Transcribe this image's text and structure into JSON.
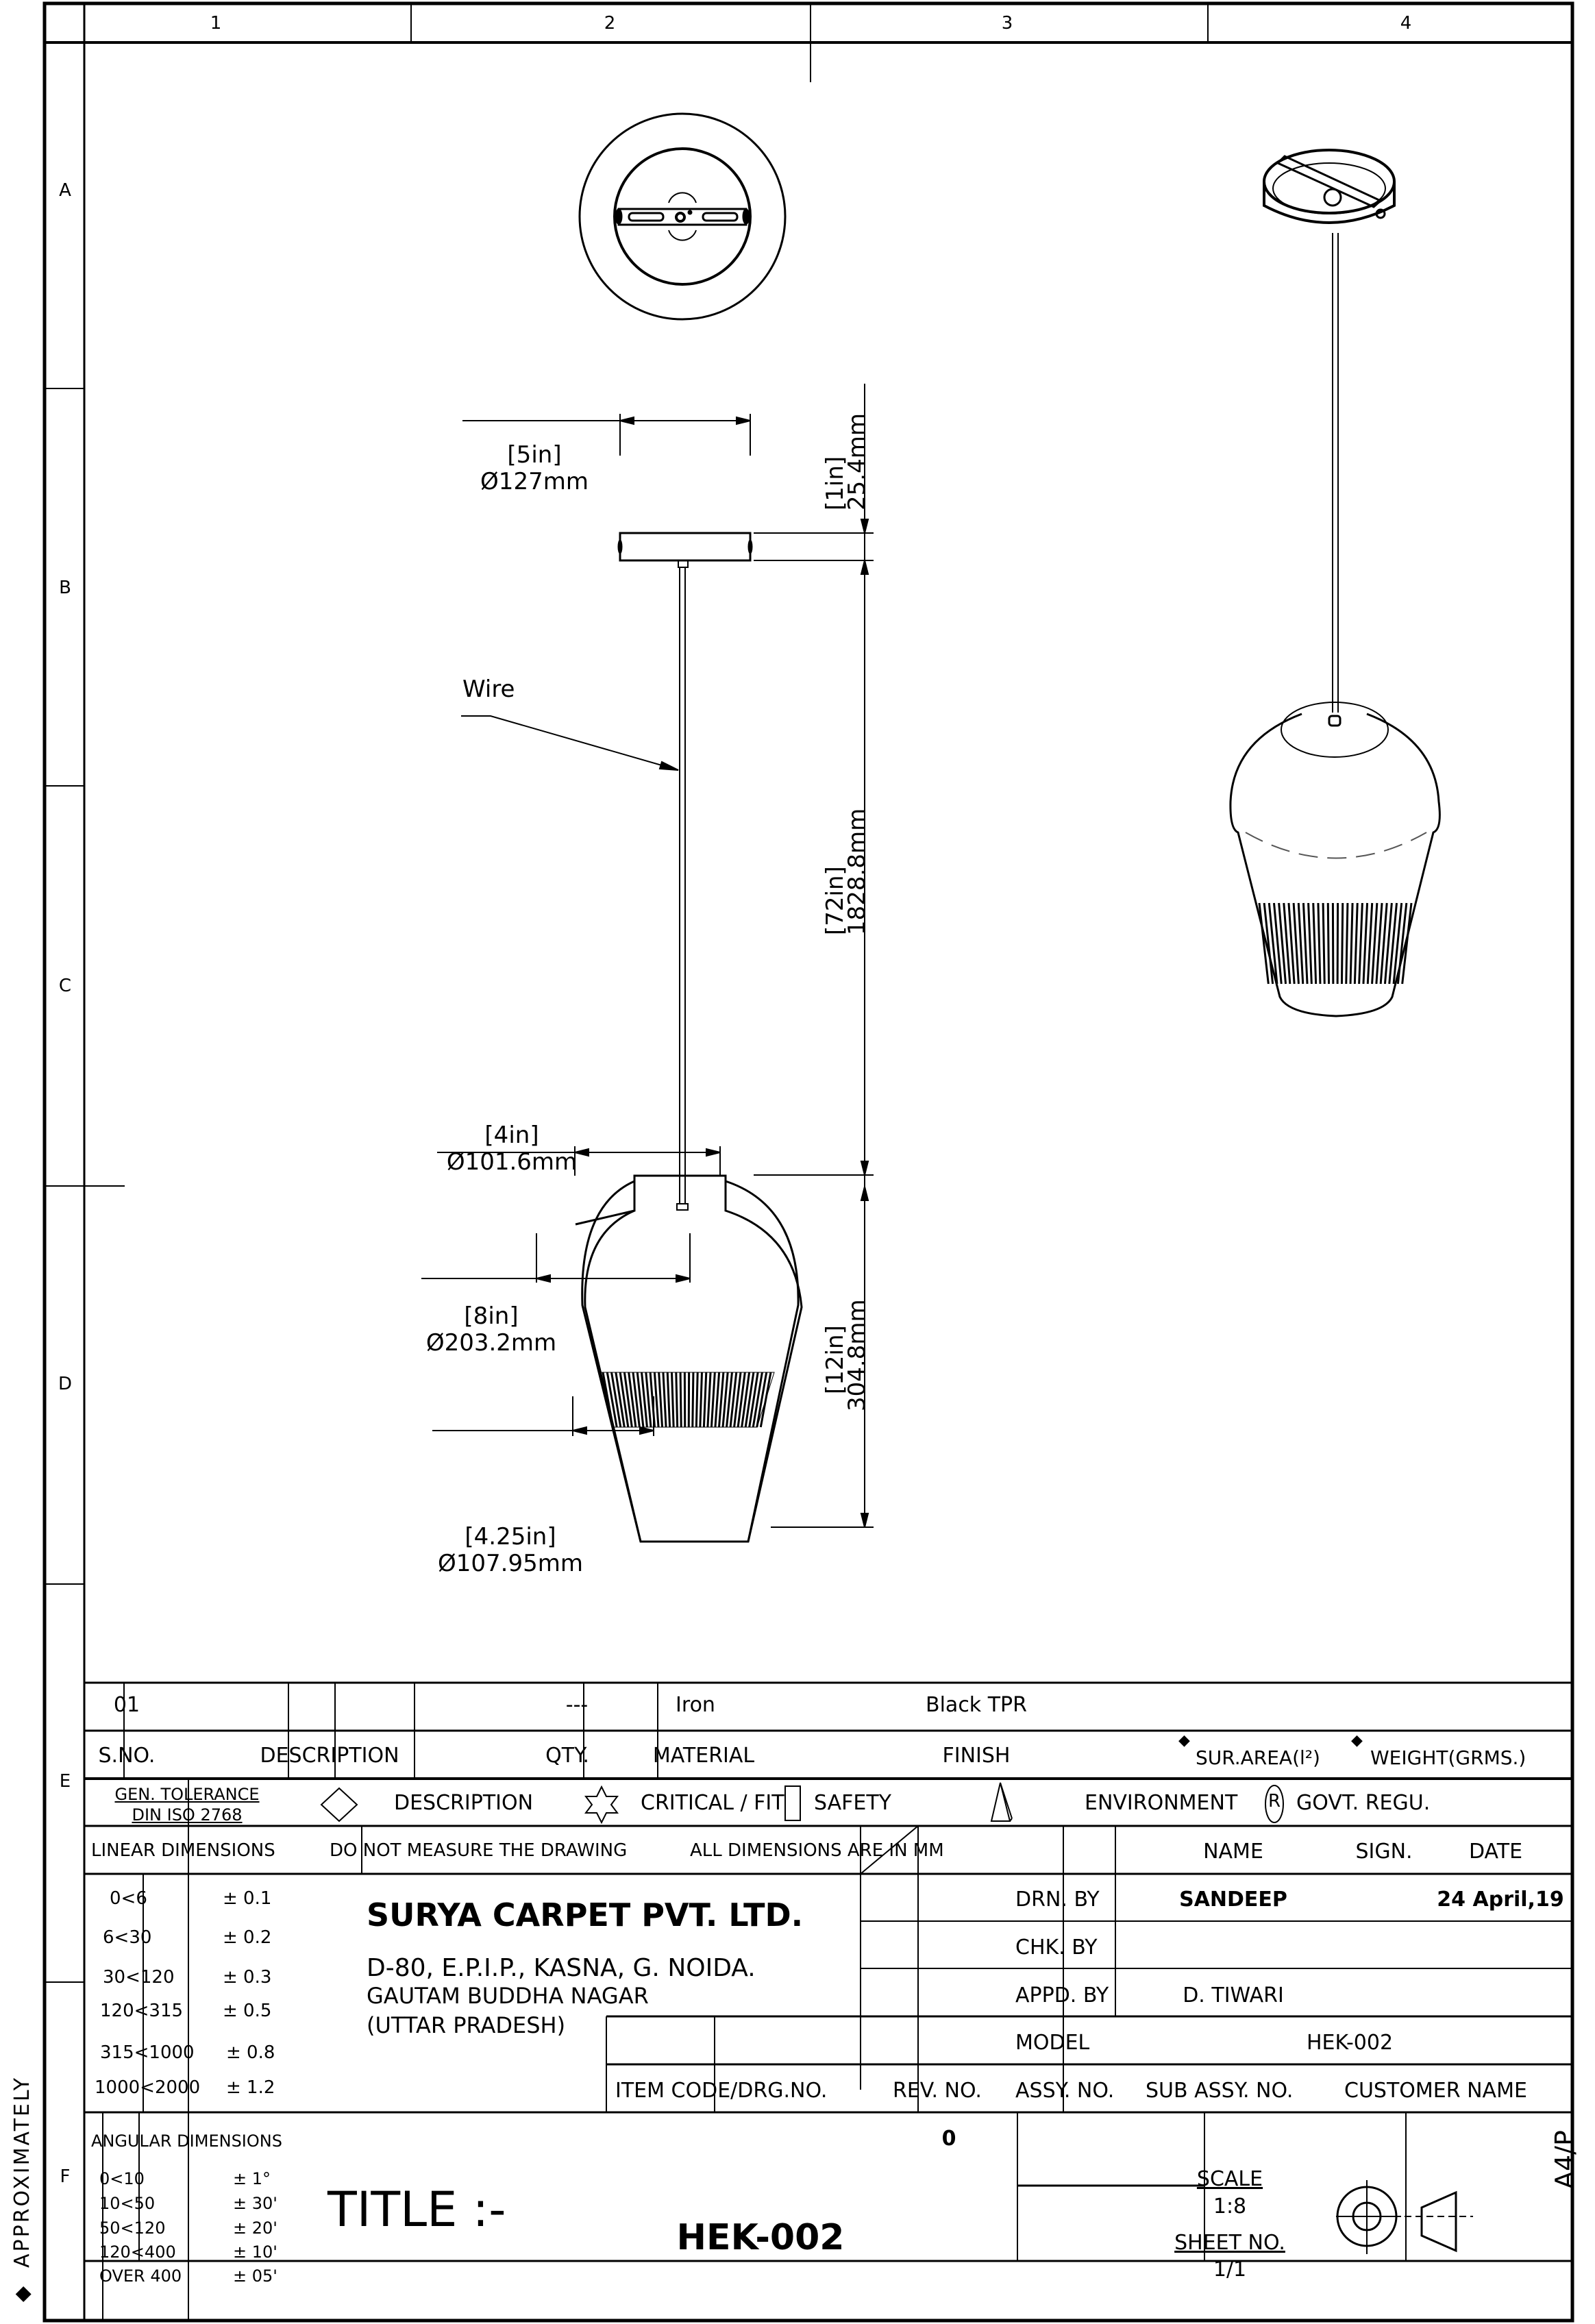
{
  "sheet": {
    "col_labels": [
      "1",
      "2",
      "3",
      "4"
    ],
    "row_labels": [
      "A",
      "B",
      "C",
      "D",
      "E",
      "F"
    ],
    "side_note": "APPROXIMATELY",
    "side_note_symbol": "◆",
    "format": "A4/P"
  },
  "drawing": {
    "leader_label": "Wire",
    "dimensions": {
      "canopy_diameter": {
        "imperial": "[5in]",
        "metric": "Ø127mm"
      },
      "canopy_height": {
        "imperial": "[1in]",
        "metric": "25.4mm"
      },
      "wire_length": {
        "imperial": "[72in]",
        "metric": "1828.8mm"
      },
      "shade_top_diameter": {
        "imperial": "[4in]",
        "metric": "Ø101.6mm"
      },
      "shade_max_diameter": {
        "imperial": "[8in]",
        "metric": "Ø203.2mm"
      },
      "shade_height": {
        "imperial": "[12in]",
        "metric": "304.8mm"
      },
      "shade_bottom_diameter": {
        "imperial": "[4.25in]",
        "metric": "Ø107.95mm"
      }
    }
  },
  "bom": {
    "row": {
      "sno": "01",
      "description": "",
      "qty": "---",
      "material": "Iron",
      "finish": "Black TPR",
      "sur_area": "",
      "weight": ""
    },
    "headers": {
      "sno": "S.NO.",
      "description": "DESCRIPTION",
      "qty": "QTY.",
      "material": "MATERIAL",
      "finish": "FINISH",
      "sur_area": "SUR.AREA(l²)",
      "weight": "WEIGHT(GRMS.)"
    }
  },
  "legend": {
    "gen_tolerance_line1": "GEN. TOLERANCE",
    "gen_tolerance_line2": "DIN ISO 2768",
    "items": [
      "DESCRIPTION",
      "CRITICAL / FIT",
      "SAFETY",
      "ENVIRONMENT",
      "GOVT. REGU."
    ],
    "govt_symbol": "R"
  },
  "notes": {
    "linear_dimensions": "LINEAR DIMENSIONS",
    "do_not_measure": "DO NOT MEASURE THE DRAWING",
    "all_dims_mm": "ALL DIMENSIONS ARE IN MM",
    "angular_dimensions": "ANGULAR DIMENSIONS"
  },
  "linear_tolerances": [
    {
      "range": "0<6",
      "tol": "± 0.1"
    },
    {
      "range": "6<30",
      "tol": "± 0.2"
    },
    {
      "range": "30<120",
      "tol": "± 0.3"
    },
    {
      "range": "120<315",
      "tol": "± 0.5"
    },
    {
      "range": "315<1000",
      "tol": "± 0.8"
    },
    {
      "range": "1000<2000",
      "tol": "± 1.2"
    }
  ],
  "angular_tolerances": [
    {
      "range": "0<10",
      "tol": "± 1°"
    },
    {
      "range": "10<50",
      "tol": "± 30'"
    },
    {
      "range": "50<120",
      "tol": "± 20'"
    },
    {
      "range": "120<400",
      "tol": "± 10'"
    },
    {
      "range": "OVER 400",
      "tol": "± 05'"
    }
  ],
  "company": {
    "name": "SURYA CARPET PVT. LTD.",
    "address1": "D-80, E.P.I.P., KASNA, G. NOIDA.",
    "address2": "GAUTAM BUDDHA NAGAR",
    "address3": "(UTTAR PRADESH)"
  },
  "approvals": {
    "headers": {
      "name": "NAME",
      "sign": "SIGN.",
      "date": "DATE"
    },
    "rows": [
      {
        "label": "DRN. BY",
        "name": "SANDEEP",
        "sign": "",
        "date": "24 April,19"
      },
      {
        "label": "CHK. BY",
        "name": "",
        "sign": "",
        "date": ""
      },
      {
        "label": "APPD. BY",
        "name": "D. TIWARI",
        "sign": "",
        "date": ""
      }
    ],
    "model_label": "MODEL",
    "model_value": "HEK-002"
  },
  "codes": {
    "headers": {
      "item_code": "ITEM CODE/DRG.NO.",
      "rev_no": "REV. NO.",
      "assy_no": "ASSY. NO.",
      "sub_assy_no": "SUB ASSY. NO.",
      "customer_name": "CUSTOMER NAME"
    },
    "values": {
      "item_code": "",
      "rev_no": "0",
      "assy_no": "",
      "sub_assy_no": "",
      "customer_name": ""
    }
  },
  "title": {
    "label": "TITLE :-",
    "value": "HEK-002",
    "scale_label": "SCALE",
    "scale_value": "1:8",
    "sheet_label": "SHEET NO.",
    "sheet_value": "1/1"
  }
}
